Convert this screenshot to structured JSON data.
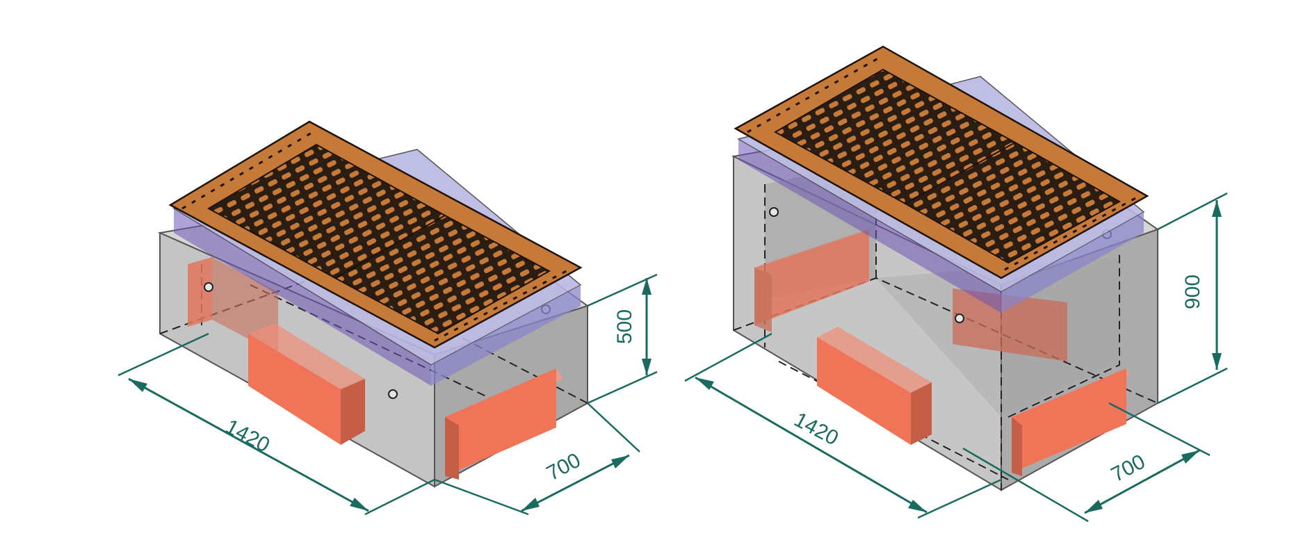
{
  "colors": {
    "dimension": "#1a6b5f",
    "concrete_top": "#d3d3d3",
    "concrete_side": "#bdbdbd",
    "concrete_dark": "#9c9c9c",
    "frame": "#b8b6e0",
    "frame_dark": "#5e4aa8",
    "cover": "#c67a3a",
    "cover_dark": "#2b1d12",
    "brick": "#ef7458",
    "brick_dark": "#b55a45"
  },
  "left_unit": {
    "dims": {
      "length": "1420",
      "width": "700",
      "height": "500"
    }
  },
  "right_unit": {
    "dims": {
      "length": "1420",
      "width": "700",
      "height": "900"
    }
  }
}
